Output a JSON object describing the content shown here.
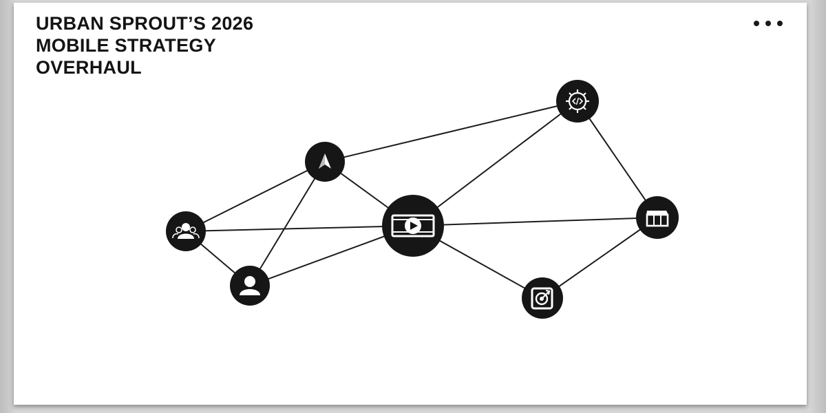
{
  "title": {
    "lines": [
      "URBAN SPROUT’S 2026",
      "MOBILE STRATEGY",
      "OVERHAUL"
    ]
  },
  "menu": {
    "icon": "more-horizontal-icon"
  },
  "diagram": {
    "node_color": "#161616",
    "icon_color": "#ffffff",
    "edge_color": "#1c1c1c",
    "nodes": [
      {
        "id": "settings",
        "icon": "gear-code-icon"
      },
      {
        "id": "compass",
        "icon": "compass-icon"
      },
      {
        "id": "video",
        "icon": "video-player-icon"
      },
      {
        "id": "team",
        "icon": "people-icon"
      },
      {
        "id": "user",
        "icon": "user-icon"
      },
      {
        "id": "store",
        "icon": "storefront-icon"
      },
      {
        "id": "target",
        "icon": "target-icon"
      }
    ],
    "edges": [
      [
        "compass",
        "settings"
      ],
      [
        "settings",
        "video"
      ],
      [
        "settings",
        "store"
      ],
      [
        "compass",
        "team"
      ],
      [
        "compass",
        "video"
      ],
      [
        "compass",
        "user"
      ],
      [
        "team",
        "video"
      ],
      [
        "team",
        "user"
      ],
      [
        "user",
        "video"
      ],
      [
        "video",
        "store"
      ],
      [
        "video",
        "target"
      ],
      [
        "target",
        "store"
      ]
    ]
  }
}
